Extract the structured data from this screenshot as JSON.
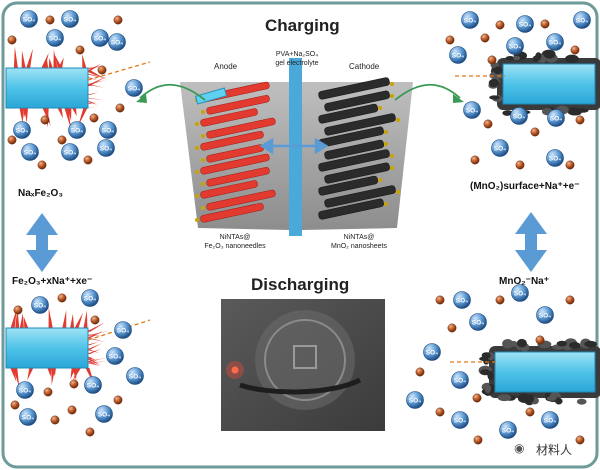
{
  "titles": {
    "charging": "Charging",
    "discharging": "Discharging"
  },
  "device": {
    "anode_label": "Anode",
    "cathode_label": "Cathode",
    "electrolyte_line1": "PVA+Na₂SO₄",
    "electrolyte_line2": "gel electrolyte",
    "anode_caption_line1": "NiNTAs@",
    "anode_caption_line2": "Fe₂O₃ nanoneedles",
    "cathode_caption_line1": "NiNTAs@",
    "cathode_caption_line2": "MnO₂ nanosheets"
  },
  "reactions": {
    "left_top": "NaₓFe₂O₃",
    "left_bottom": "Fe₂O₃+xNa⁺+xe⁻",
    "right_top": "(MnO₂)surface+Na⁺+e⁻",
    "right_bottom": "MnO₂⁻Na⁺"
  },
  "ion_label": "SO₄",
  "watermark": "材料人",
  "colors": {
    "border": "#6e9a9a",
    "anode_red": "#e23a2e",
    "cathode_dark": "#2b2b2b",
    "ion_blue": "#3f7fc0",
    "na_brown": "#a6461c",
    "electrolyte_blue": "#4aa9d9",
    "arrow_blue": "#5b9bd5",
    "green_arrow": "#3a9a55"
  }
}
